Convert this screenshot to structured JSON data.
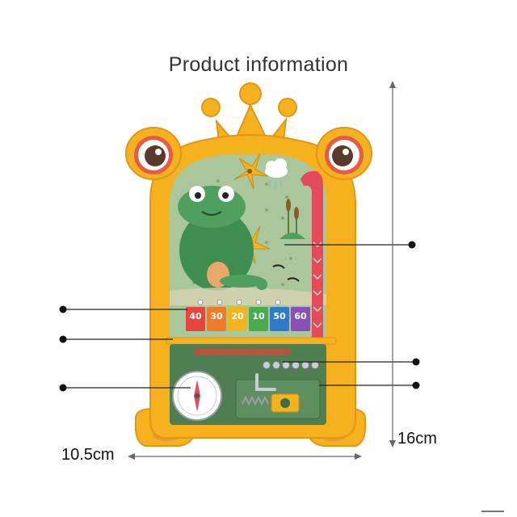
{
  "title": "Product information",
  "dimensions": {
    "width": "10.5cm",
    "height": "16cm"
  },
  "scores": [
    "40",
    "30",
    "20",
    "10",
    "50",
    "60"
  ],
  "colors": {
    "frame": "#F6B21E",
    "frame_dark": "#E0961A",
    "board_green": "#A9C79B",
    "frog_green": "#3E8E4F",
    "tube_red": "#E44A5B",
    "score_tiles": [
      "#E7433F",
      "#F07B2A",
      "#F3B31C",
      "#4BAA4D",
      "#2F7BC7",
      "#8A4FB8"
    ]
  },
  "icons": [
    "crown-icon",
    "frog-eye-icon",
    "pinwheel-icon",
    "cloud-icon",
    "frog-icon",
    "compass-dial-icon",
    "spring-icon"
  ]
}
